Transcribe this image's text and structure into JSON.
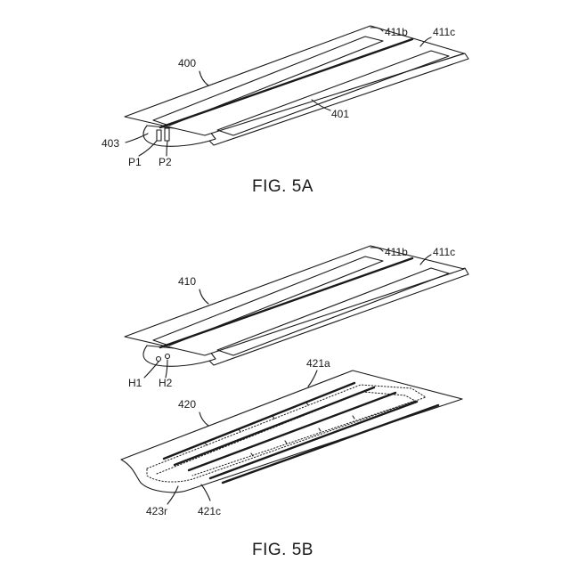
{
  "fig5a": {
    "caption": "FIG. 5A",
    "labels": {
      "l411b": "411b",
      "l411c": "411c",
      "l400": "400",
      "l401": "401",
      "l403": "403",
      "lP1": "P1",
      "lP2": "P2"
    }
  },
  "fig5b": {
    "caption": "FIG. 5B",
    "labels": {
      "l411b": "411b",
      "l411c": "411c",
      "l410": "410",
      "lH1": "H1",
      "lH2": "H2",
      "l421a": "421a",
      "l420": "420",
      "l423r": "423r",
      "l421c": "421c"
    }
  }
}
